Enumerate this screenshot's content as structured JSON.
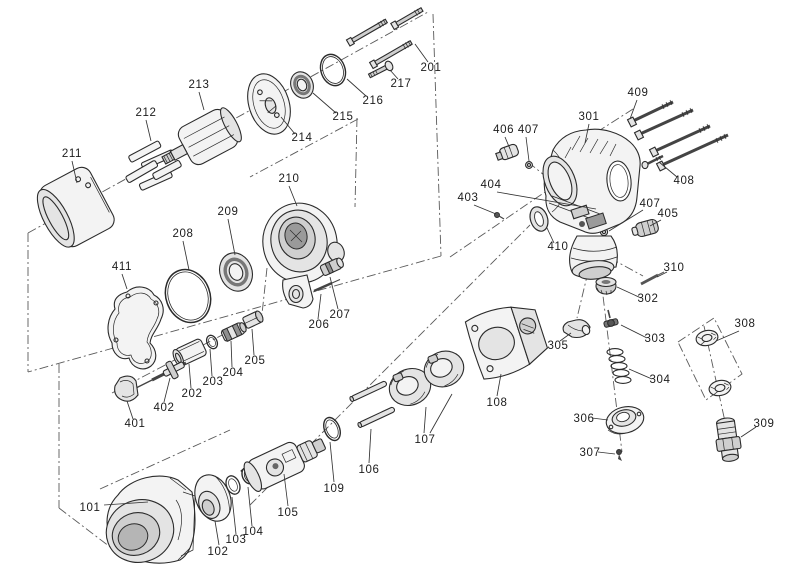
{
  "diagram": {
    "type": "exploded-parts-diagram",
    "subject": "air impact wrench",
    "colors": {
      "ink": "#2b2b2b",
      "paper": "#ffffff",
      "construction_line": "#5a5a5a"
    }
  },
  "labels": {
    "p101": "101",
    "p102": "102",
    "p103": "103",
    "p104": "104",
    "p105": "105",
    "p106": "106",
    "p107": "107",
    "p108": "108",
    "p109": "109",
    "p201": "201",
    "p202": "202",
    "p203": "203",
    "p204": "204",
    "p205": "205",
    "p206": "206",
    "p207": "207",
    "p208": "208",
    "p209": "209",
    "p210": "210",
    "p211": "211",
    "p212": "212",
    "p213": "213",
    "p214": "214",
    "p215": "215",
    "p216": "216",
    "p217": "217",
    "p301": "301",
    "p302": "302",
    "p303": "303",
    "p304": "304",
    "p305": "305",
    "p306": "306",
    "p307": "307",
    "p308": "308",
    "p309": "309",
    "p310": "310",
    "p401": "401",
    "p402": "402",
    "p403": "403",
    "p404": "404",
    "p405": "405",
    "p406_407": "406 407",
    "p407": "407",
    "p408": "408",
    "p409": "409",
    "p410": "410",
    "p411": "411"
  }
}
